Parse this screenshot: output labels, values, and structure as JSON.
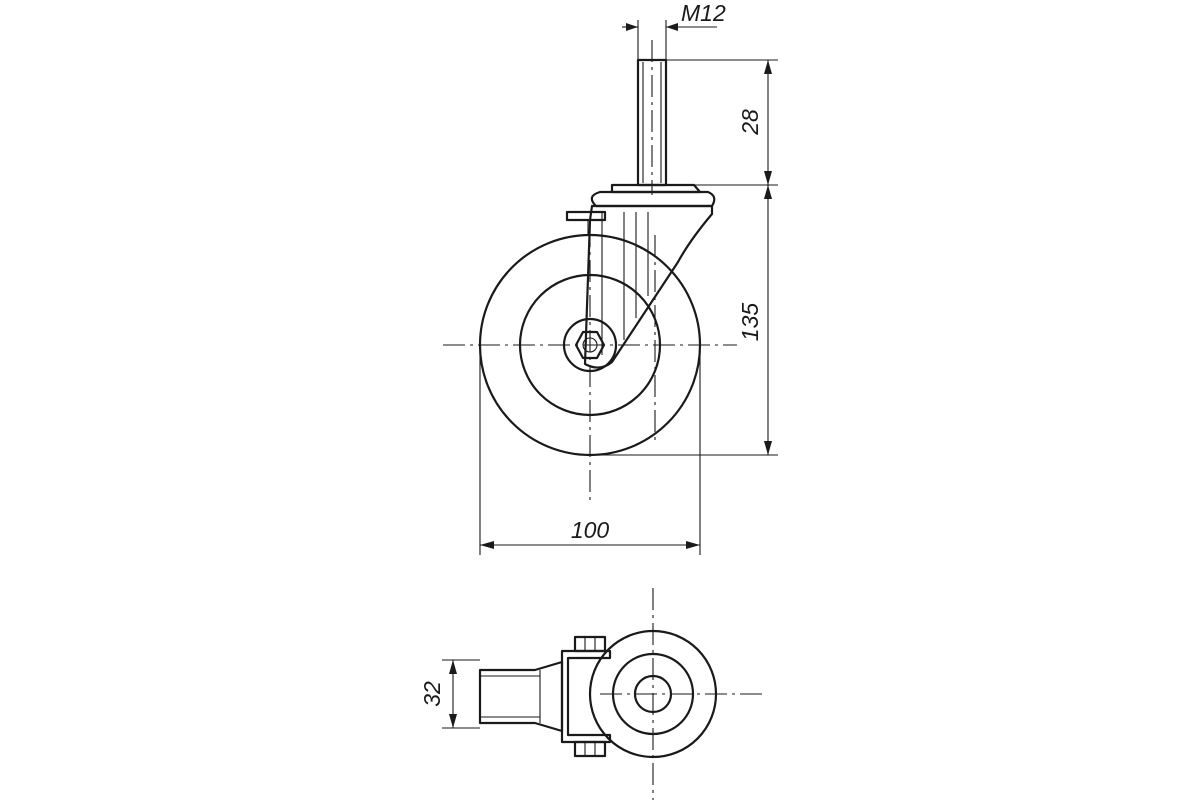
{
  "dimensions": {
    "thread": "M12",
    "stem_length": "28",
    "total_height": "135",
    "wheel_diameter": "100",
    "wheel_width": "32"
  }
}
